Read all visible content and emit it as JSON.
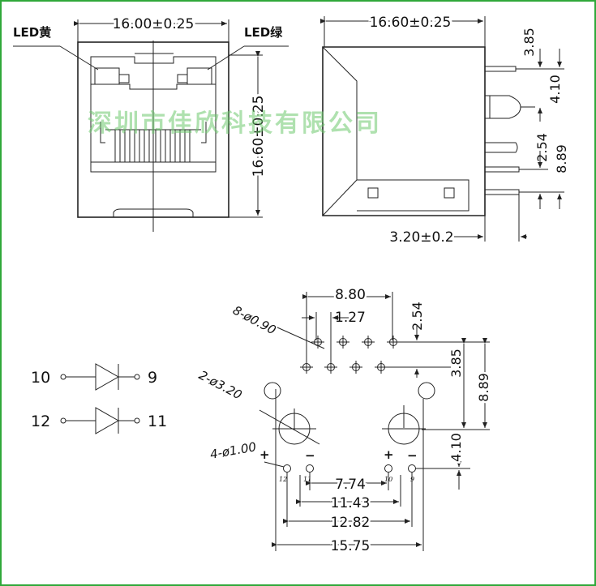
{
  "top_view": {
    "led_left_label": "LED黄",
    "led_right_label": "LED绿",
    "width_dim": "16.00±0.25",
    "height_dim": "16.60±0.25"
  },
  "side_view": {
    "width_dim": "16.60±0.25",
    "dims_right": [
      "3.85",
      "4.10",
      "2.54",
      "8.89"
    ],
    "bottom_dim": "3.20±0.2"
  },
  "watermark": "深圳市佳欣科技有限公司",
  "schematic": {
    "led1": {
      "anode": "10",
      "cathode": "9"
    },
    "led2": {
      "anode": "12",
      "cathode": "11"
    }
  },
  "footprint": {
    "pitch_total": "8.80",
    "pitch": "1.27",
    "pin_holes": "8-ø0.90",
    "row_offset": "2.54",
    "dim_385": "3.85",
    "dim_889": "8.89",
    "mount_holes": "2-ø3.20",
    "led_holes": "4-ø1.00",
    "dim_410": "4.10",
    "dim_774": "7.74",
    "dim_1143": "11.43",
    "dim_1282": "12.82",
    "dim_1575": "15.75",
    "led_pins": [
      "12",
      "11",
      "10",
      "9"
    ],
    "plus": "+",
    "minus": "−"
  }
}
